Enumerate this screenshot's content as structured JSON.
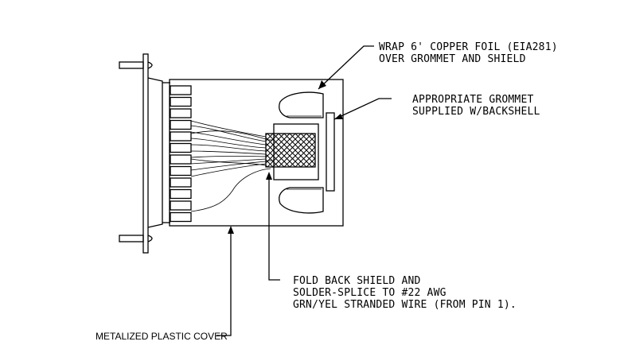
{
  "labels": {
    "copper_foil": [
      "WRAP 6' COPPER FOIL (EIA281)",
      "OVER GROMMET AND SHIELD"
    ],
    "grommet": [
      "APPROPRIATE GROMMET",
      "SUPPLIED W/BACKSHELL"
    ],
    "shield": [
      "FOLD BACK SHIELD AND",
      "SOLDER-SPLICE TO #22 AWG",
      "GRN/YEL STRANDED WIRE (FROM PIN 1)."
    ],
    "cover": "METALIZED PLASTIC COVER"
  },
  "colors": {
    "ink": "#000000",
    "paper": "#ffffff"
  }
}
